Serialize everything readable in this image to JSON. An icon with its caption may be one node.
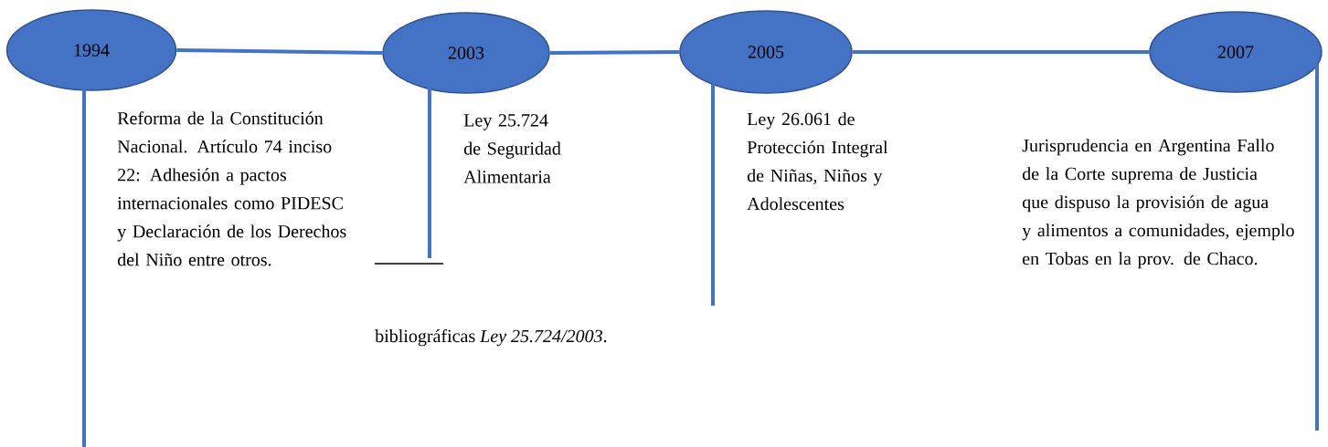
{
  "diagram": {
    "nodes": [
      {
        "text": [
          "1994"
        ],
        "beside": [
          "Reforma de la Constitución Nacional. Artículo 74 inciso 22: Adhesión a pactos internacionales como PIDESC y Declaración de los Derechos del Niño entre otros."
        ]
      },
      {
        "text": [
          "2003"
        ],
        "beside": [
          "Ley 25.724 de Seguridad Alimentaria"
        ]
      },
      {
        "text": [
          "2005"
        ],
        "beside": [
          "Ley 26.061 de Protección Integral de Niñas, Niños y Adolescentes"
        ]
      },
      {
        "text": [
          "2007"
        ],
        "beside": [
          "Jurisprudencia en Argentina Fallo de la Corte suprema de Justicia que dispuso la provisión de agua y alimentos a comunidades, ejemplo en Tobas en la prov. de Chaco."
        ]
      }
    ],
    "edges": [
      {
        "from": 0,
        "to": 1,
        "arrow": "none"
      },
      {
        "from": 1,
        "to": 2,
        "arrow": "none"
      },
      {
        "from": 2,
        "to": 3,
        "arrow": "none"
      },
      {
        "from": 0,
        "to": null,
        "arrow": "none"
      },
      {
        "from": 1,
        "to": null,
        "arrow": "none"
      },
      {
        "from": 2,
        "to": null,
        "arrow": "none"
      },
      {
        "from": 3,
        "to": null,
        "arrow": "none"
      }
    ],
    "labels": [
      "bibliográficas *Ley 25.724/2003*."
    ]
  }
}
